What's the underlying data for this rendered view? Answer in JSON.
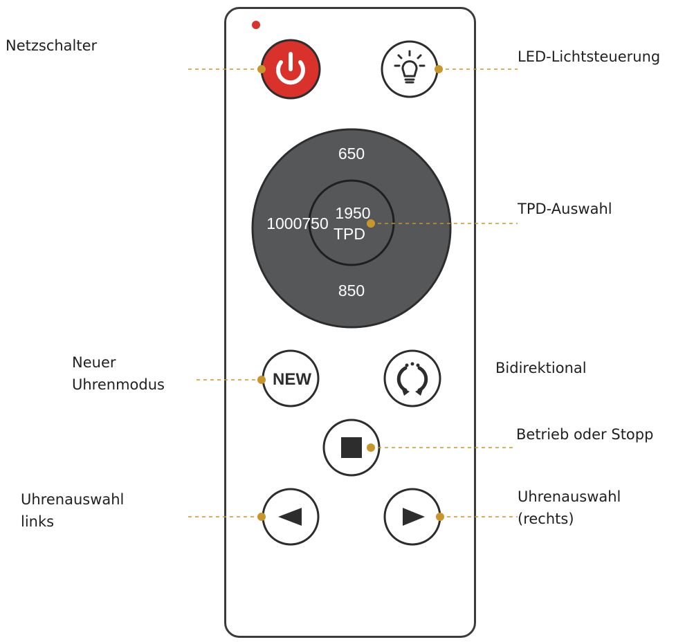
{
  "labels": {
    "power": "Netzschalter",
    "led": "LED-Lichtsteuerung",
    "tpd": "TPD-Auswahl",
    "new_mode_line1": "Neuer",
    "new_mode_line2": "Uhrenmodus",
    "bidirectional": "Bidirektional",
    "run_stop": "Betrieb oder Stopp",
    "watch_left_line1": "Uhrenauswahl",
    "watch_left_line2": "links",
    "watch_right_line1": "Uhrenauswahl",
    "watch_right_line2": "(rechts)"
  },
  "dial": {
    "top": "650",
    "bottom": "850",
    "left": "1000750",
    "center_value": "1950",
    "center_unit": "TPD"
  },
  "buttons": {
    "new_label": "NEW"
  },
  "icons": {
    "power": "power-icon",
    "led": "lightbulb-icon",
    "bidirectional": "rotate-arrows-icon",
    "stop": "square-stop-icon",
    "left": "triangle-left-icon",
    "right": "triangle-right-icon"
  },
  "colors": {
    "power_button": "#d9322b",
    "dial": "#555759",
    "leader_dot": "#c8962a",
    "indicator_led": "#d9322b"
  }
}
